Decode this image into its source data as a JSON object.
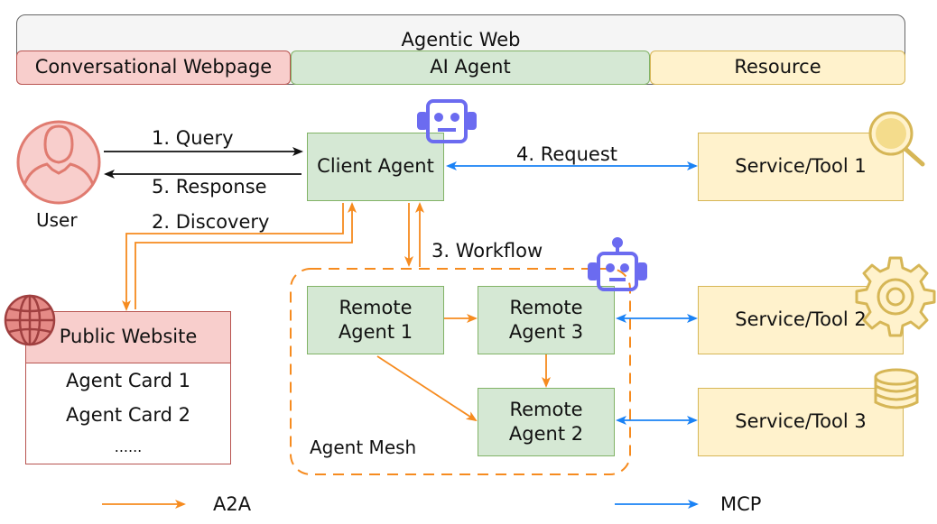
{
  "colors": {
    "a2a_arrow": "#f68b1f",
    "mcp_arrow": "#1a82f5",
    "plain_arrow": "#111111",
    "agent_fill": "#d5e8d4",
    "resource_fill": "#fff2cc",
    "webpage_fill": "#f8cecc",
    "header_fill": "#f5f5f5",
    "robot_icon": "#6b6bf0",
    "user_icon": "#e07b70"
  },
  "header": {
    "title": "Agentic Web",
    "sections": {
      "webpage": "Conversational Webpage",
      "agent": "AI Agent",
      "resource": "Resource"
    }
  },
  "user": {
    "label": "User",
    "icon": "user-icon"
  },
  "client_agent": {
    "label": "Client Agent",
    "icon": "robot-icon"
  },
  "public_website": {
    "title": "Public Website",
    "icon": "globe-icon",
    "cards": [
      "Agent Card 1",
      "Agent Card 2",
      "......"
    ]
  },
  "mesh": {
    "label": "Agent Mesh",
    "icon": "robot-icon",
    "agent1": "Remote\nAgent 1",
    "agent2": "Remote\nAgent 2",
    "agent3": "Remote\nAgent 3"
  },
  "services": {
    "tool1": "Service/Tool 1",
    "tool2": "Service/Tool 2",
    "tool3": "Service/Tool 3",
    "tool1_icon": "magnifier-icon",
    "tool2_icon": "gear-icon",
    "tool3_icon": "database-icon"
  },
  "edges": {
    "query": "1. Query",
    "discovery": "2. Discovery",
    "workflow": "3. Workflow",
    "request": "4. Request",
    "response": "5. Response"
  },
  "legend": {
    "a2a": "A2A",
    "mcp": "MCP"
  }
}
